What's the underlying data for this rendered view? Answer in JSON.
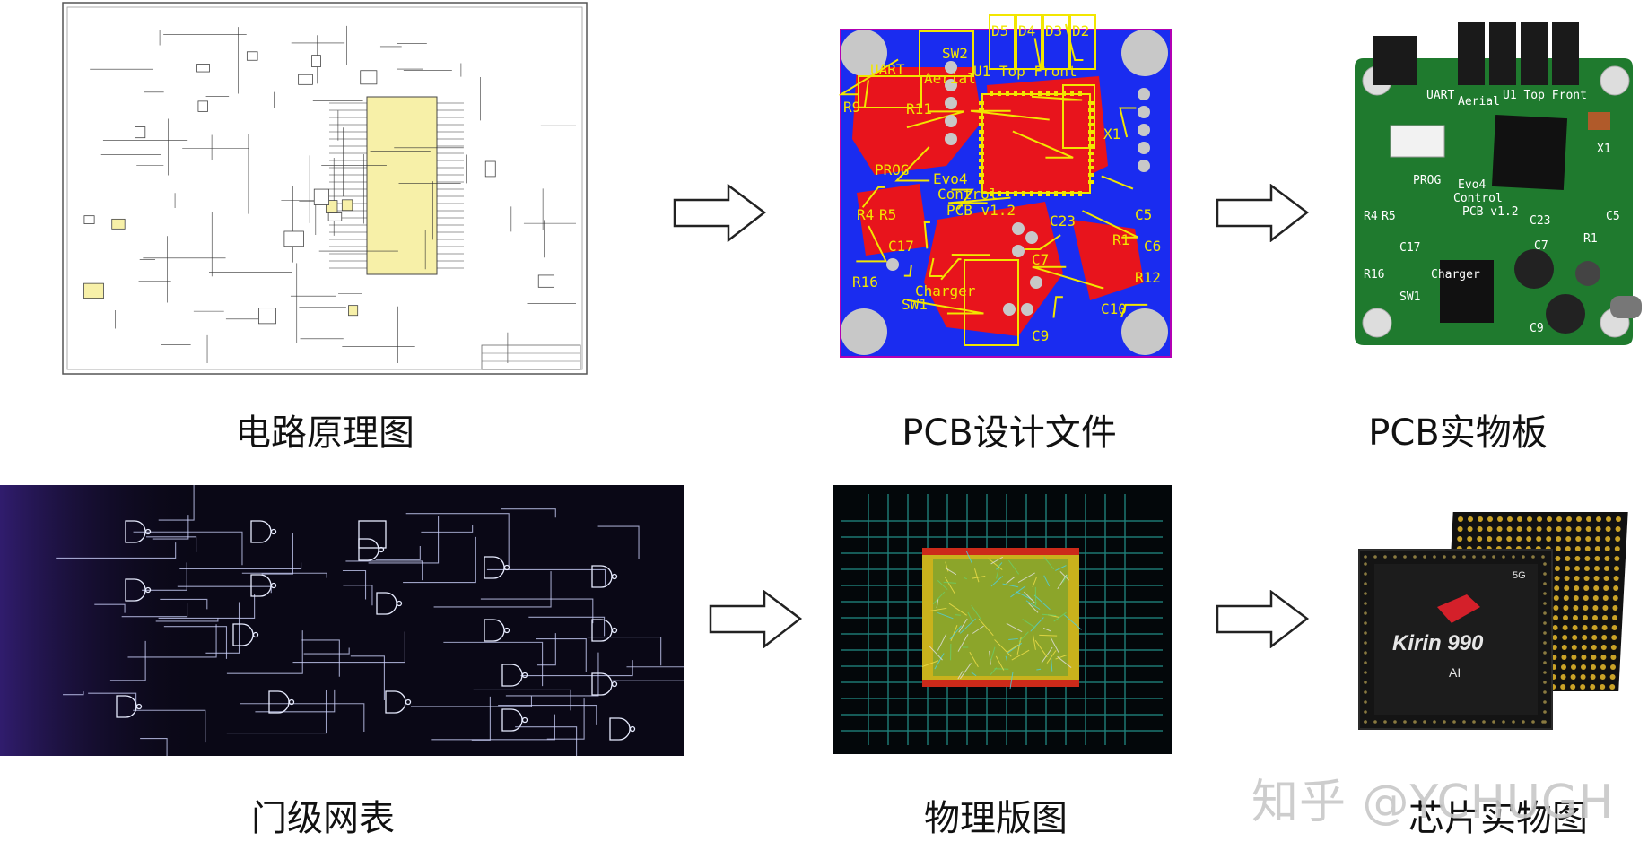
{
  "row1": {
    "schematic": {
      "caption": "电路原理图"
    },
    "pcb_design": {
      "caption": "PCB设计文件",
      "board_labels": [
        "D5",
        "D4",
        "D3",
        "D2",
        "SW2",
        "UART",
        "Aerial",
        "U1 Top Front",
        "R9",
        "R11",
        "PROG",
        "Evo4",
        "Control",
        "PCB v1.2",
        "R4",
        "R5",
        "C17",
        "C23",
        "C5",
        "R1",
        "C7",
        "C6",
        "R12",
        "R16",
        "Charger",
        "SW1",
        "C9",
        "C10",
        "X1"
      ]
    },
    "pcb_board": {
      "caption": "PCB实物板",
      "board_labels": [
        "UART",
        "Aerial",
        "U1 Top Front",
        "PROG",
        "Evo4",
        "Control",
        "PCB v1.2",
        "C23",
        "C5",
        "R1",
        "C17",
        "C7",
        "R16",
        "SW1",
        "C9",
        "X1",
        "R4",
        "R5",
        "Charger"
      ]
    }
  },
  "row2": {
    "netlist": {
      "caption": "门级网表"
    },
    "layout": {
      "caption": "物理版图"
    },
    "chip": {
      "caption": "芯片实物图",
      "chip_label": "Kirin 990",
      "chip_sublabel": "AI",
      "badge": "5G"
    }
  },
  "watermark": "知乎 @YCHUGH",
  "colors": {
    "pcb_red": "#e8141c",
    "pcb_blue": "#1a2cf0",
    "pcb_yellow": "#f2e600",
    "board_green": "#1f7a2e",
    "schematic_yellow": "#f7f0a8",
    "netlist_bg": "#0a0816"
  }
}
